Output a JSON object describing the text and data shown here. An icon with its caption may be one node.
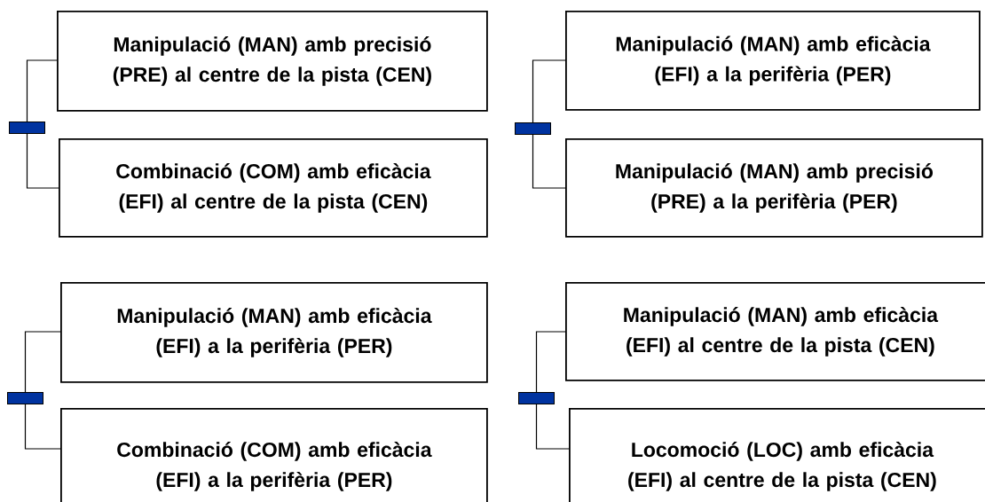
{
  "diagram": {
    "nodes": [
      {
        "text": [],
        "shape": "bar"
      },
      {
        "text": [
          "Manipulació (MAN) amb precisió (PRE) al centre de la pista (CEN)"
        ]
      },
      {
        "text": [
          "Combinació (COM) amb eficàcia (EFI) al centre de la pista (CEN)"
        ]
      },
      {
        "text": [],
        "shape": "bar"
      },
      {
        "text": [
          "Manipulació (MAN) amb eficàcia (EFI) a la perifèria (PER)"
        ]
      },
      {
        "text": [
          "Manipulació (MAN) amb precisió (PRE) a la perifèria (PER)"
        ]
      },
      {
        "text": [],
        "shape": "bar"
      },
      {
        "text": [
          "Manipulació (MAN) amb eficàcia (EFI) a la perifèria (PER)"
        ]
      },
      {
        "text": [
          "Combinació (COM) amb eficàcia (EFI) a la perifèria (PER)"
        ]
      },
      {
        "text": [],
        "shape": "bar"
      },
      {
        "text": [
          "Manipulació (MAN) amb eficàcia (EFI) al centre de la pista (CEN)"
        ]
      },
      {
        "text": [
          "Locomoció (LOC) amb eficàcia (EFI) al centre de la pista (CEN)"
        ]
      }
    ],
    "edges": [
      {
        "from": 0,
        "to": 1,
        "arrow": "none"
      },
      {
        "from": 0,
        "to": 2,
        "arrow": "none"
      },
      {
        "from": 3,
        "to": 4,
        "arrow": "none"
      },
      {
        "from": 3,
        "to": 5,
        "arrow": "none"
      },
      {
        "from": 6,
        "to": 7,
        "arrow": "none"
      },
      {
        "from": 6,
        "to": 8,
        "arrow": "none"
      },
      {
        "from": 9,
        "to": 10,
        "arrow": "none"
      },
      {
        "from": 9,
        "to": 11,
        "arrow": "none"
      }
    ]
  }
}
